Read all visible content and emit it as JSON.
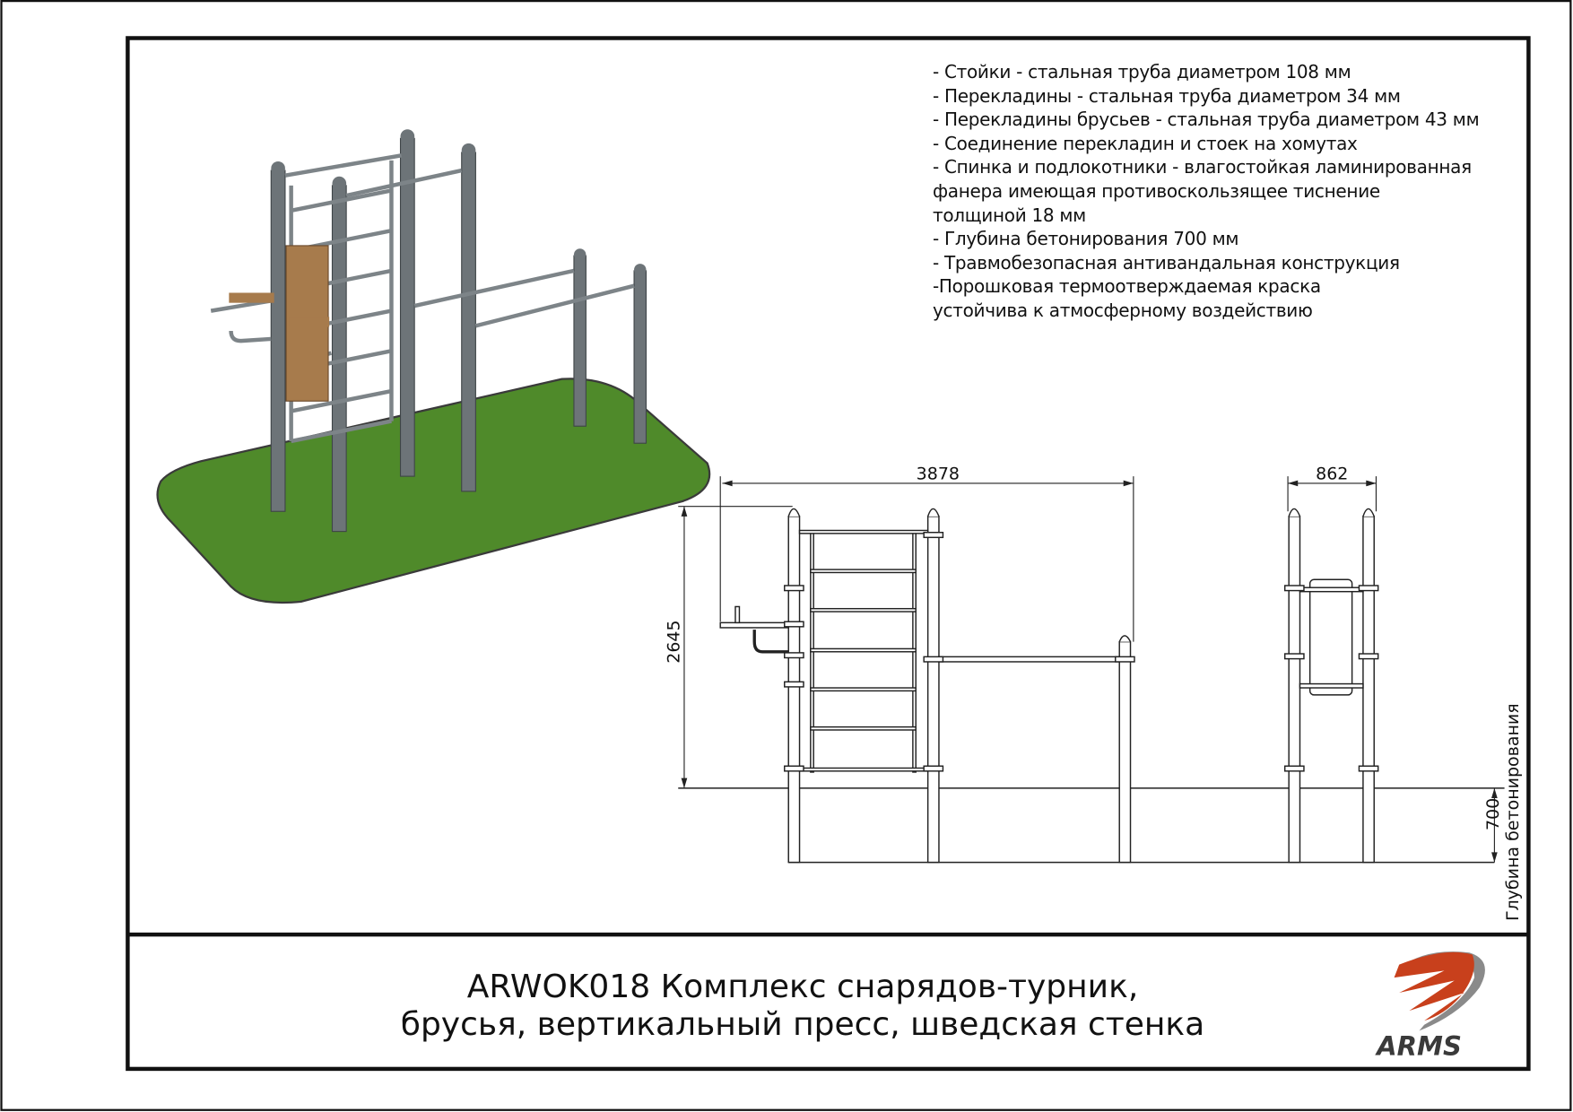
{
  "specs": [
    "- Стойки - стальная труба диаметром 108 мм",
    "- Перекладины - стальная труба диаметром 34 мм",
    "- Перекладины брусьев - стальная труба диаметром 43 мм",
    "- Соединение перекладин и стоек на хомутах",
    "- Спинка и подлокотники - влагостойкая ламинированная",
    "фанера имеющая противоскользящее тиснение",
    "толщиной 18 мм",
    "- Глубина бетонирования 700 мм",
    "- Травмобезопасная антивандальная конструкция",
    "-Порошковая термоотверждаемая краска",
    "устойчива к атмосферному воздействию"
  ],
  "dimensions": {
    "width": "3878",
    "height": "2645",
    "depth_width": "862",
    "concrete_depth": "700",
    "concrete_label": "Глубина бетонирования"
  },
  "title": {
    "line1": "ARWOK018 Комплекс снарядов-турник,",
    "line2": "брусья, вертикальный пресс, шведская стенка"
  },
  "logo": {
    "text": "ARMS",
    "colors": {
      "red": "#c8401c",
      "gray": "#8a8a8a",
      "dark": "#3a3a3a"
    }
  }
}
